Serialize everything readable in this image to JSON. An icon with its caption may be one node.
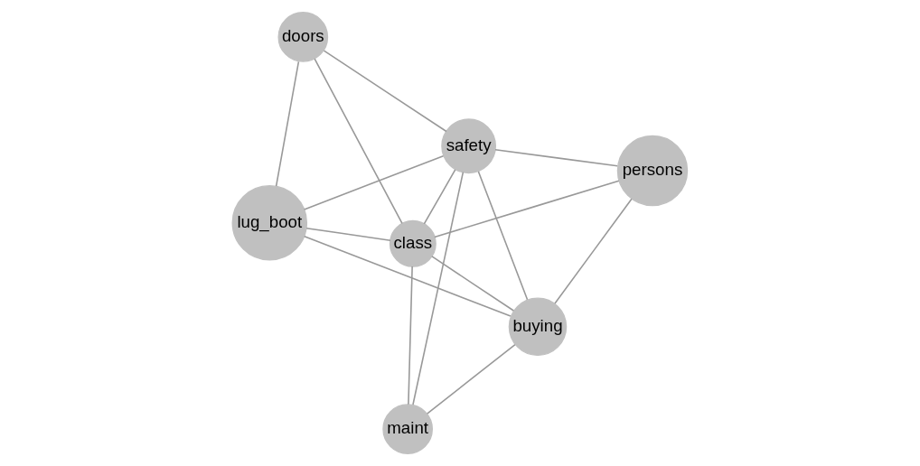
{
  "diagram": {
    "nodes": [
      {
        "text": [
          "lug_boot"
        ]
      },
      {
        "text": [
          "buying"
        ]
      },
      {
        "text": [
          "class"
        ]
      },
      {
        "text": [
          "doors"
        ]
      },
      {
        "text": [
          "persons"
        ]
      },
      {
        "text": [
          "safety"
        ]
      },
      {
        "text": [
          "maint"
        ]
      }
    ],
    "edges": [
      {
        "from": 1,
        "to": 0,
        "arrow": "none"
      },
      {
        "from": 0,
        "to": 2,
        "arrow": "none"
      },
      {
        "from": 0,
        "to": 5,
        "arrow": "none"
      },
      {
        "from": 0,
        "to": 3,
        "arrow": "none"
      },
      {
        "from": 1,
        "to": 2,
        "arrow": "none"
      },
      {
        "from": 1,
        "to": 5,
        "arrow": "none"
      },
      {
        "from": 1,
        "to": 4,
        "arrow": "none"
      },
      {
        "from": 1,
        "to": 6,
        "arrow": "none"
      },
      {
        "from": 2,
        "to": 3,
        "arrow": "none"
      },
      {
        "from": 2,
        "to": 4,
        "arrow": "none"
      },
      {
        "from": 2,
        "to": 5,
        "arrow": "none"
      },
      {
        "from": 2,
        "to": 6,
        "arrow": "none"
      },
      {
        "from": 4,
        "to": 5,
        "arrow": "none"
      },
      {
        "from": 5,
        "to": 3,
        "arrow": "none"
      },
      {
        "from": 5,
        "to": 6,
        "arrow": "none"
      }
    ]
  }
}
